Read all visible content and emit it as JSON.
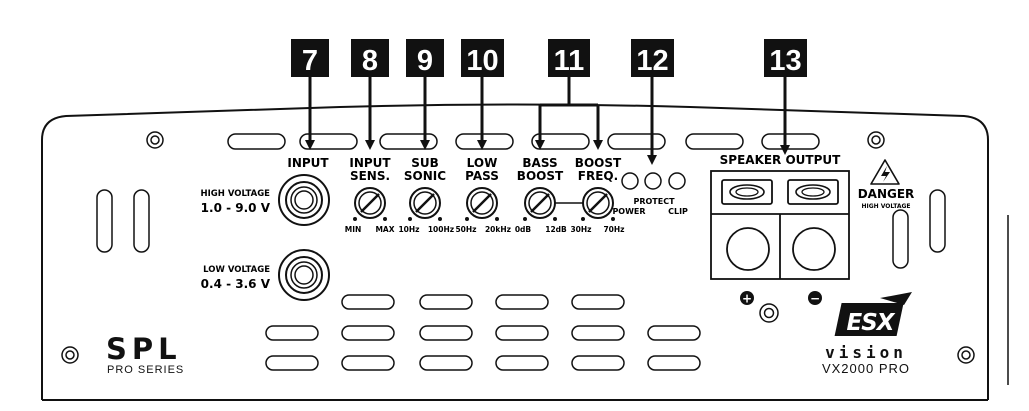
{
  "callouts": [
    "7",
    "8",
    "9",
    "10",
    "11",
    "12",
    "13"
  ],
  "input": {
    "title": "INPUT",
    "high_voltage_label": "HIGH VOLTAGE",
    "high_voltage_range": "1.0 - 9.0 V",
    "low_voltage_label": "LOW VOLTAGE",
    "low_voltage_range": "0.4 - 3.6 V"
  },
  "controls": {
    "input_sens": {
      "line1": "INPUT",
      "line2": "SENS.",
      "min": "MIN",
      "max": "MAX"
    },
    "sub_sonic": {
      "line1": "SUB",
      "line2": "SONIC",
      "min": "10Hz",
      "max": "100Hz"
    },
    "low_pass": {
      "line1": "LOW",
      "line2": "PASS",
      "min": "50Hz",
      "max": "20kHz"
    },
    "bass_boost": {
      "line1": "BASS",
      "line2": "BOOST",
      "min": "0dB",
      "max": "12dB"
    },
    "boost_freq": {
      "line1": "BOOST",
      "line2": "FREQ.",
      "min": "30Hz",
      "max": "70Hz"
    }
  },
  "leds": {
    "power": "POWER",
    "protect": "PROTECT",
    "clip": "CLIP"
  },
  "speaker": {
    "title": "SPEAKER OUTPUT",
    "plus": "+",
    "minus": "−"
  },
  "danger": {
    "title": "DANGER",
    "subtitle": "HIGH VOLTAGE"
  },
  "branding": {
    "spl": "SPL",
    "pro_series": "PRO SERIES",
    "esx": "ESX",
    "vision": "vision",
    "model": "VX2000 PRO"
  }
}
